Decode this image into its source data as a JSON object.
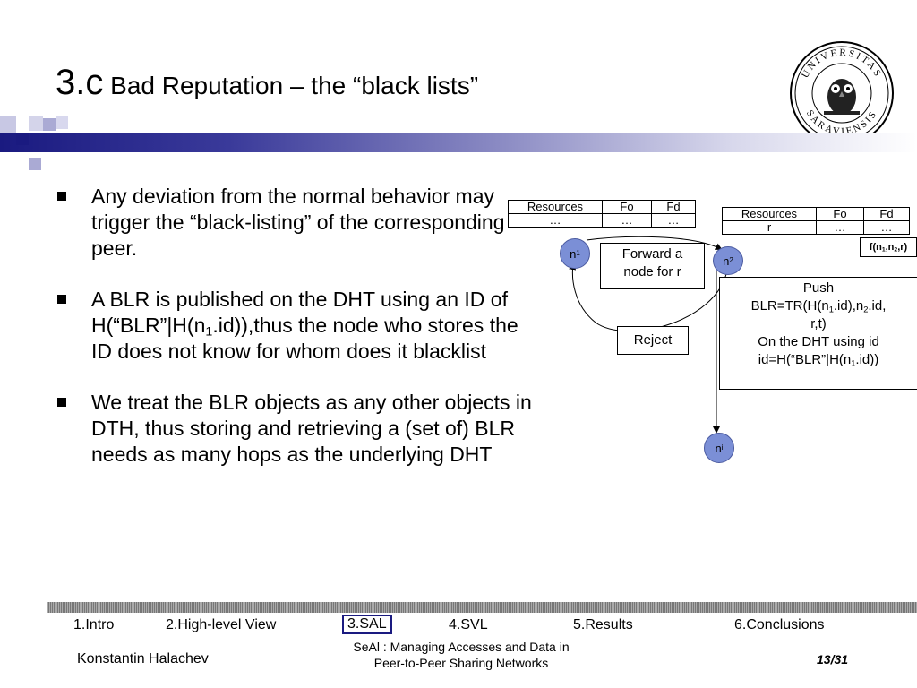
{
  "slide": {
    "title_num": "3.c",
    "title_text": "Bad Reputation – the “black lists”",
    "seal_top_text": "UNIVERSITAS",
    "seal_bottom_text": "SARAVIENSIS"
  },
  "bullets": {
    "b1": "Any deviation from the normal behavior may trigger the “black-listing” of the corresponding peer.",
    "b2_pre": "A BLR is published on the DHT using an ID of H(“BLR”|H(n",
    "b2_sub": "1",
    "b2_post": ".id)),thus the node who stores the ID does not know for whom does it blacklist",
    "b3": "We treat the BLR objects as any other objects in DTH, thus storing and retrieving a (set of) BLR needs as many hops as the underlying DHT"
  },
  "diagram": {
    "table1": {
      "headers": [
        "Resources",
        "Fo",
        "Fd"
      ],
      "row": [
        "…",
        "…",
        "…"
      ]
    },
    "table2": {
      "headers": [
        "Resources",
        "Fo",
        "Fd"
      ],
      "row": [
        "r",
        "…",
        "…"
      ]
    },
    "fn_label_a": "f(n",
    "fn_sub1": "1",
    "fn_label_b": ",n",
    "fn_sub2": "2",
    "fn_label_c": ",r)",
    "node_n1": "n",
    "node_n1_sub": "1",
    "node_n2": "n",
    "node_n2_sub": "2",
    "node_ni": "n",
    "node_ni_sub": "i",
    "forward_l1": "Forward a",
    "forward_l2": "node for r",
    "reject": "Reject",
    "push_l1": "Push",
    "push_l2a": "BLR=TR(H(n",
    "push_l2s1": "1",
    "push_l2b": ".id),n",
    "push_l2s2": "2",
    "push_l2c": ".id,",
    "push_l3": "r,t)",
    "push_l4": "On the DHT using id",
    "push_l5a": "id=H(“BLR”|H(n",
    "push_l5s": "1",
    "push_l5b": ".id))"
  },
  "footer": {
    "nav": [
      "1.Intro",
      "2.High-level View",
      "3.SAL",
      "4.SVL",
      "5.Results",
      "6.Conclusions"
    ],
    "author": "Konstantin Halachev",
    "subtitle_l1": "SeAl : Managing Accesses and Data in",
    "subtitle_l2": "Peer-to-Peer Sharing Networks",
    "page": "13/31"
  },
  "colors": {
    "accent": "#1a1a80",
    "node": "#7b8fd6"
  }
}
